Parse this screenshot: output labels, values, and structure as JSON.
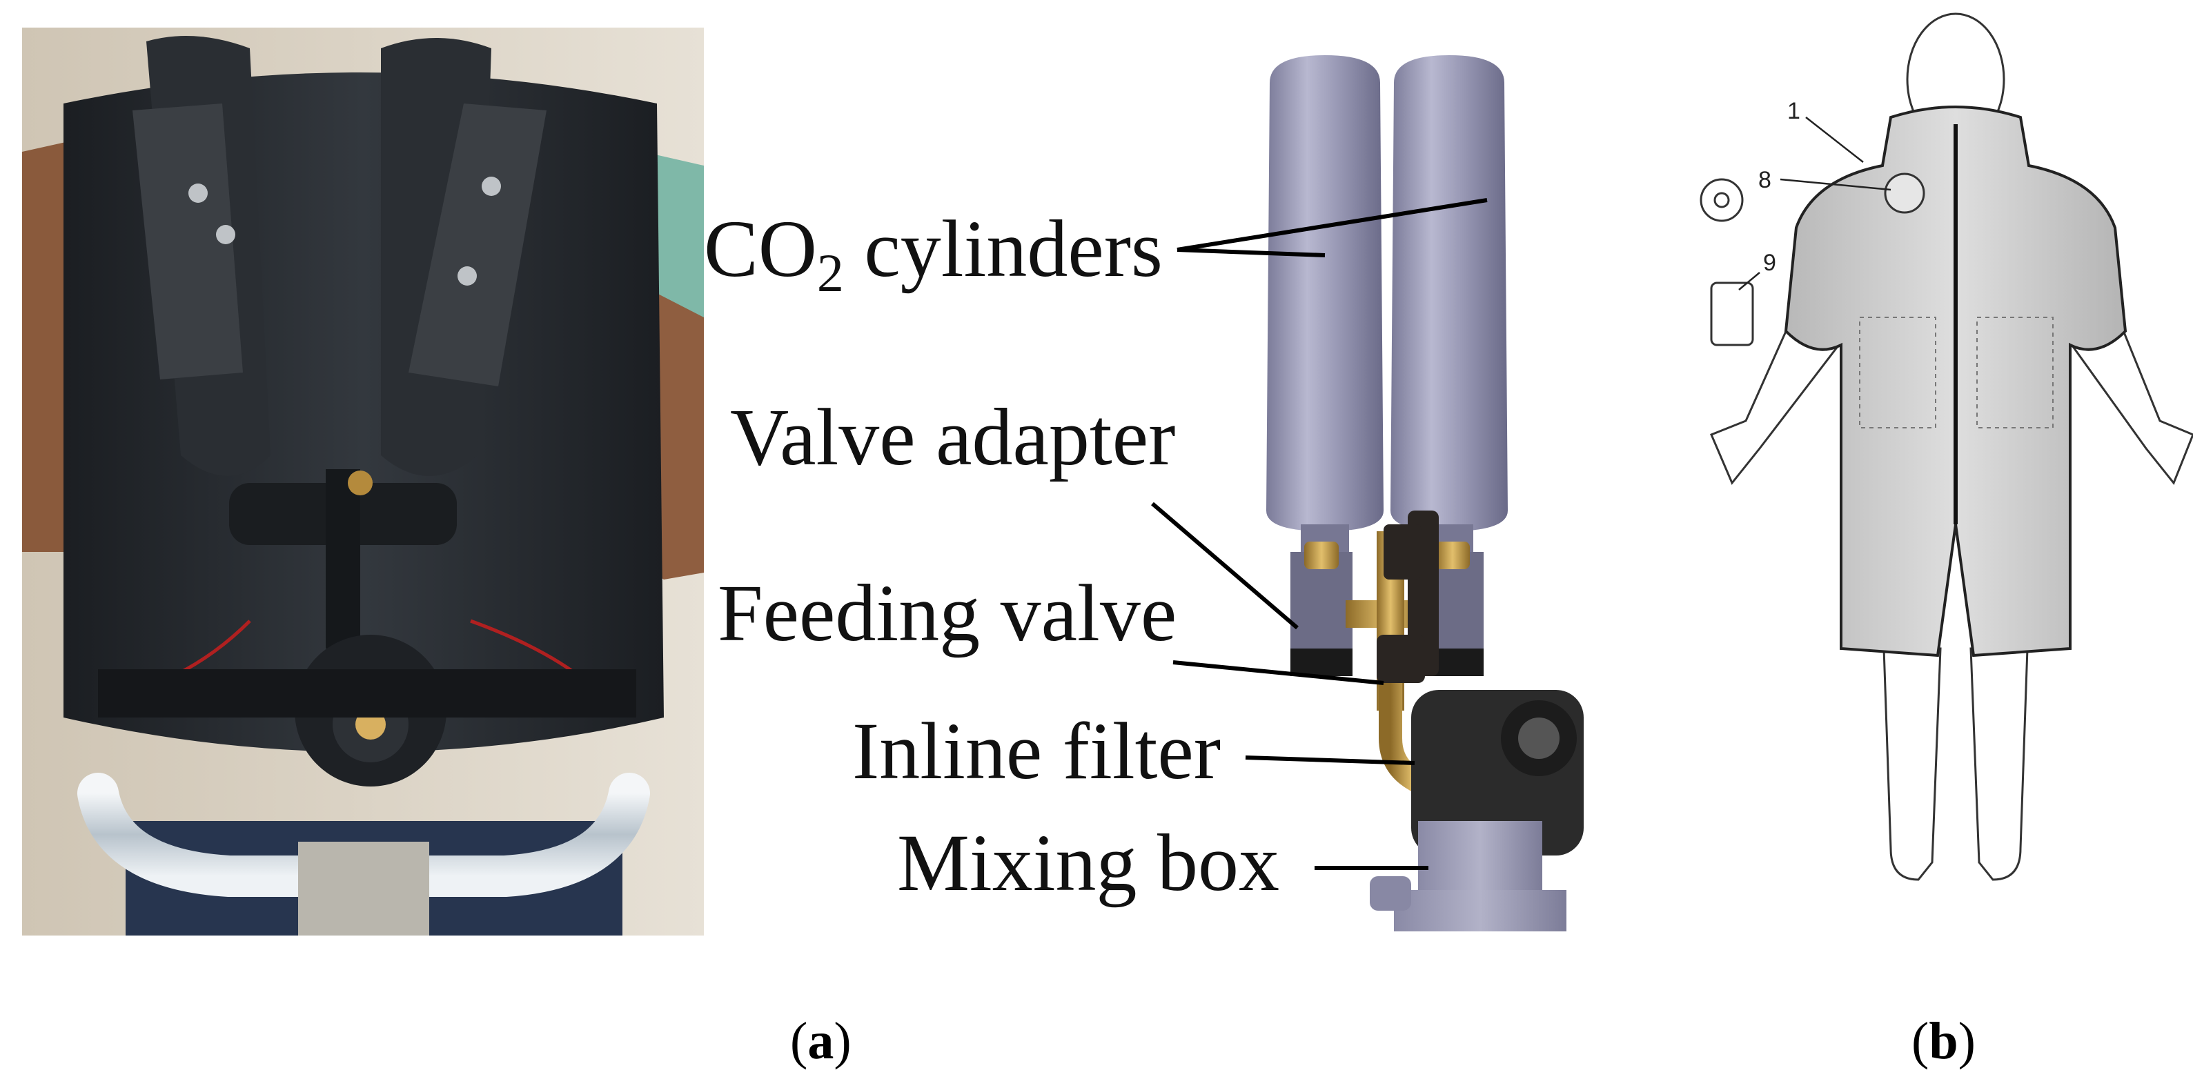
{
  "panel_a": {
    "labels": {
      "co2_main": "CO",
      "co2_sub": "2",
      "co2_rest": " cylinders",
      "valve_adapter": "Valve adapter",
      "feeding_valve": "Feeding valve",
      "inline_filter": "Inline filter",
      "mixing_box": "Mixing box"
    },
    "caption": {
      "open": "(",
      "letter": "a",
      "close": ")"
    }
  },
  "panel_b": {
    "numbers": [
      "1",
      "8",
      "9"
    ],
    "caption": {
      "open": "(",
      "letter": "b",
      "close": ")"
    }
  },
  "colors": {
    "cylinder": "#8a8aa8",
    "vest": "#24282d",
    "brass": "#b48a3c",
    "suit": "#c9c9c9"
  }
}
